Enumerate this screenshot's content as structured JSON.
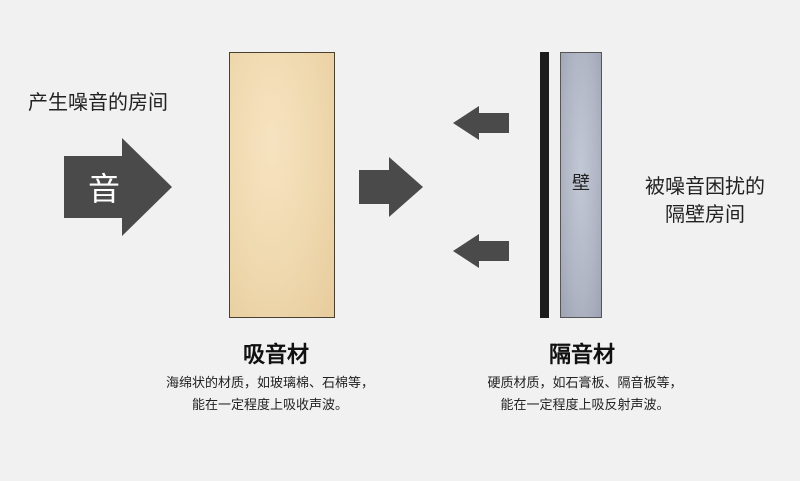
{
  "source_label": "产生噪音的房间",
  "arrow_text": "音",
  "wall_text": "壁",
  "target_label": [
    "被噪音困扰的",
    "隔壁房间"
  ],
  "absorber": {
    "title": "吸音材",
    "desc": [
      "海绵状的材质，如玻璃棉、石棉等，",
      "能在一定程度上吸收声波。"
    ]
  },
  "insulator": {
    "title": "隔音材",
    "desc": [
      "硬质材质，如石膏板、隔音板等，",
      "能在一定程度上吸反射声波。"
    ]
  },
  "colors": {
    "arrow": "#4a4a4a",
    "absorber": "#efd8ae",
    "wall": "#b0b5c4",
    "bar": "#1c1c1c"
  }
}
